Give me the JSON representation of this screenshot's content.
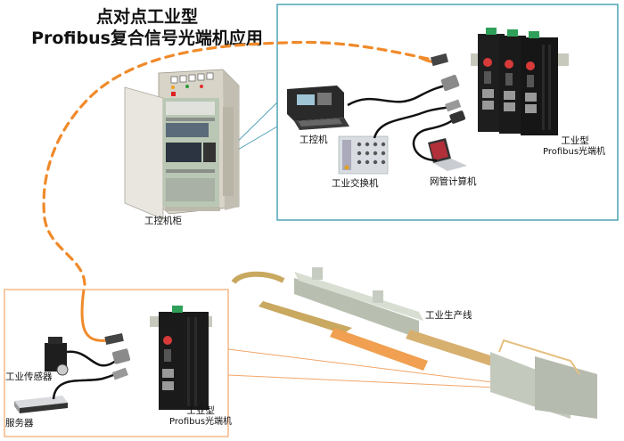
{
  "title": {
    "line1": "点对点工业型",
    "line2": "Profibus复合信号光端机应用"
  },
  "colors": {
    "fiber": "#f08a2a",
    "frame_top": "#4fa3b5",
    "frame_bottom": "#f2a66a",
    "cable": "#111111"
  },
  "top_panel": {
    "labels": {
      "ipc": "工控机",
      "switch": "工业交换机",
      "nms_pc": "网管计算机",
      "converter_line1": "工业型",
      "converter_line2": "Profibus光端机"
    }
  },
  "cabinet": {
    "label": "工控机柜"
  },
  "bottom_panel": {
    "labels": {
      "sensor": "工业传感器",
      "server": "服务器",
      "converter_line1": "工业型",
      "converter_line2": "Profibus光端机"
    }
  },
  "production_line": {
    "label": "工业生产线"
  }
}
